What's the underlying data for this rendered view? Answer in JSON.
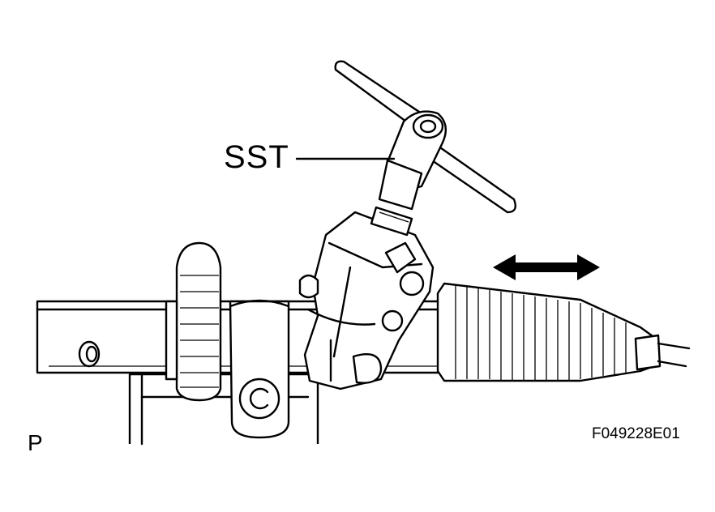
{
  "labels": {
    "tool": "SST",
    "view_marker": "P",
    "figure_id": "F049228E01"
  },
  "colors": {
    "ink": "#000000",
    "paper": "#ffffff"
  },
  "icons": {
    "motion": "double-headed-arrow-icon"
  }
}
